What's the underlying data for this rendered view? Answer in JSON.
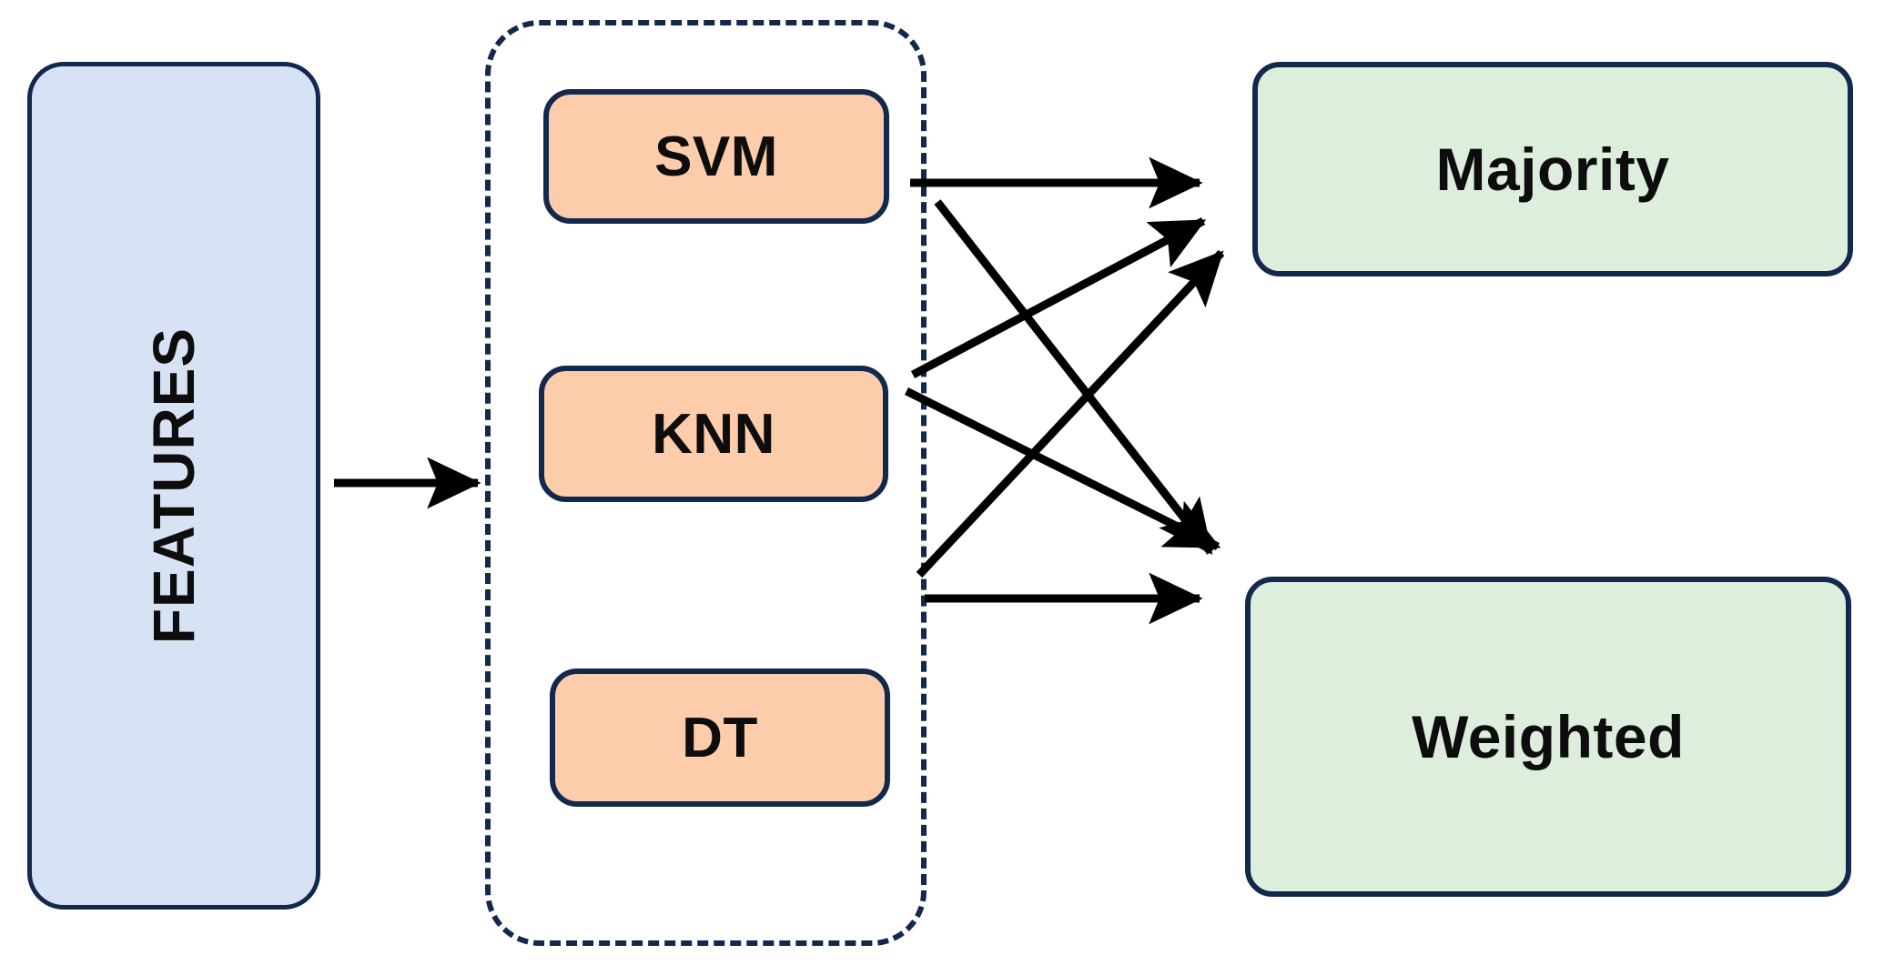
{
  "diagram": {
    "title": "Ensemble classifier voting diagram",
    "type": "flow-diagram",
    "background_color": "#ffffff"
  },
  "input": {
    "label": "FEATURES",
    "fill_color": "#d7e2f4",
    "border_color": "#12284c",
    "orientation": "vertical"
  },
  "ensemble": {
    "container_style": "dashed",
    "border_color": "#12284c",
    "classifiers": [
      {
        "label": "SVM",
        "fill_color": "#fdccaa"
      },
      {
        "label": "KNN",
        "fill_color": "#fdccaa"
      },
      {
        "label": "DT",
        "fill_color": "#fdccaa"
      }
    ]
  },
  "outputs": [
    {
      "label": "Majority",
      "fill_color": "#ddeedd",
      "border_color": "#12284c"
    },
    {
      "label": "Weighted",
      "fill_color": "#ddeedd",
      "border_color": "#12284c"
    }
  ],
  "connections": [
    {
      "from": "FEATURES",
      "to": "ensemble",
      "style": "solid-arrow"
    },
    {
      "from": "SVM",
      "to": "Majority",
      "style": "solid-arrow"
    },
    {
      "from": "SVM",
      "to": "Weighted",
      "style": "solid-arrow"
    },
    {
      "from": "KNN",
      "to": "Majority",
      "style": "solid-arrow"
    },
    {
      "from": "KNN",
      "to": "Weighted",
      "style": "solid-arrow"
    },
    {
      "from": "DT",
      "to": "Majority",
      "style": "solid-arrow"
    },
    {
      "from": "DT",
      "to": "Weighted",
      "style": "solid-arrow"
    }
  ]
}
